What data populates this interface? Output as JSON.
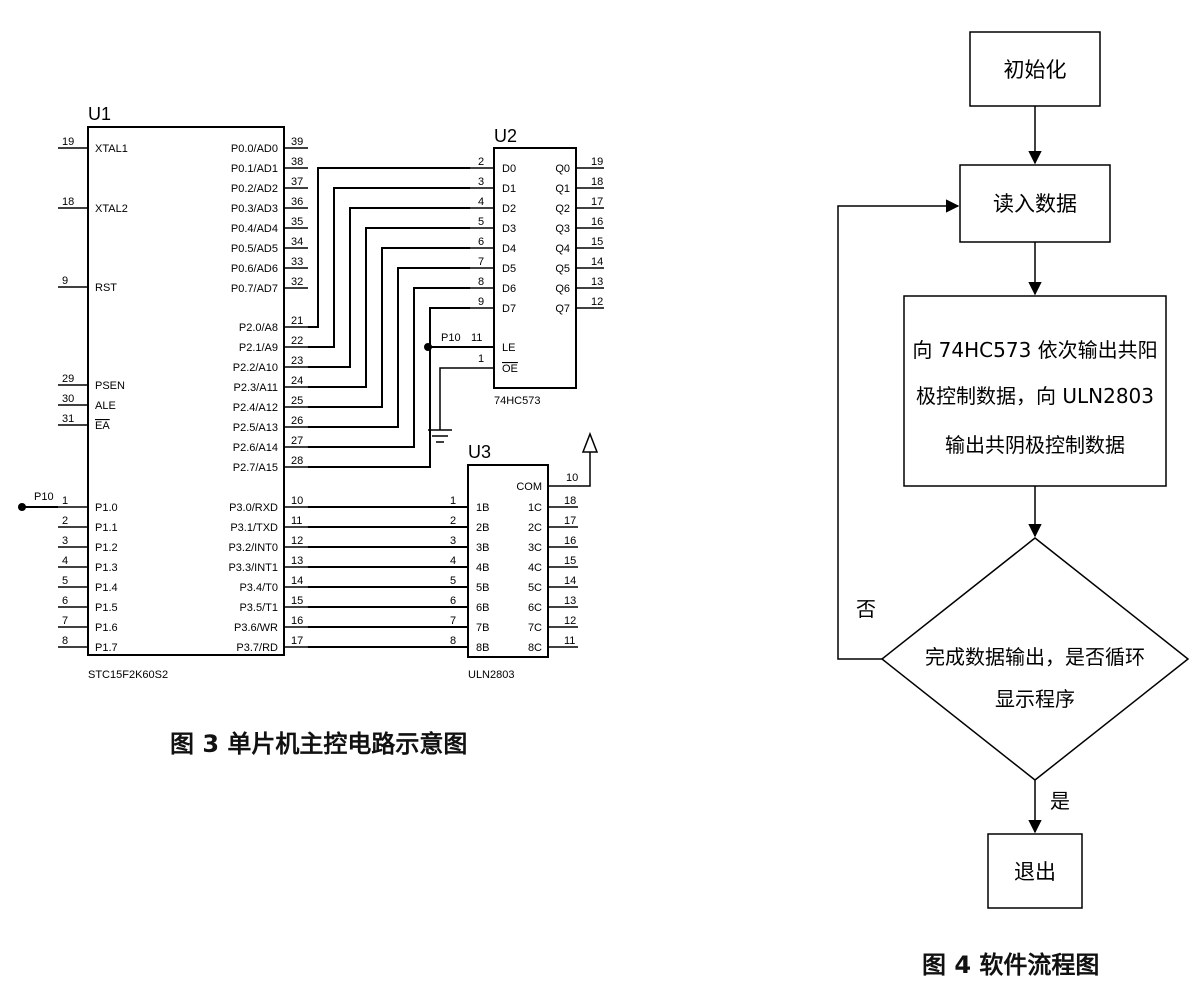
{
  "figure3": {
    "caption": "图 3 单片机主控电路示意图",
    "u1": {
      "ref": "U1",
      "part": "STC15F2K60S2",
      "left_pins": [
        {
          "num": "19",
          "name": "XTAL1"
        },
        {
          "num": "18",
          "name": "XTAL2"
        },
        {
          "num": "9",
          "name": "RST"
        },
        {
          "num": "29",
          "name": "PSEN"
        },
        {
          "num": "30",
          "name": "ALE"
        },
        {
          "num": "31",
          "name": "EA"
        },
        {
          "num": "1",
          "name": "P1.0"
        },
        {
          "num": "2",
          "name": "P1.1"
        },
        {
          "num": "3",
          "name": "P1.2"
        },
        {
          "num": "4",
          "name": "P1.3"
        },
        {
          "num": "5",
          "name": "P1.4"
        },
        {
          "num": "6",
          "name": "P1.5"
        },
        {
          "num": "7",
          "name": "P1.6"
        },
        {
          "num": "8",
          "name": "P1.7"
        }
      ],
      "right_pins": [
        {
          "num": "39",
          "name": "P0.0/AD0"
        },
        {
          "num": "38",
          "name": "P0.1/AD1"
        },
        {
          "num": "37",
          "name": "P0.2/AD2"
        },
        {
          "num": "36",
          "name": "P0.3/AD3"
        },
        {
          "num": "35",
          "name": "P0.4/AD4"
        },
        {
          "num": "34",
          "name": "P0.5/AD5"
        },
        {
          "num": "33",
          "name": "P0.6/AD6"
        },
        {
          "num": "32",
          "name": "P0.7/AD7"
        },
        {
          "num": "21",
          "name": "P2.0/A8"
        },
        {
          "num": "22",
          "name": "P2.1/A9"
        },
        {
          "num": "23",
          "name": "P2.2/A10"
        },
        {
          "num": "24",
          "name": "P2.3/A11"
        },
        {
          "num": "25",
          "name": "P2.4/A12"
        },
        {
          "num": "26",
          "name": "P2.5/A13"
        },
        {
          "num": "27",
          "name": "P2.6/A14"
        },
        {
          "num": "28",
          "name": "P2.7/A15"
        },
        {
          "num": "10",
          "name": "P3.0/RXD"
        },
        {
          "num": "11",
          "name": "P3.1/TXD"
        },
        {
          "num": "12",
          "name": "P3.2/INT0"
        },
        {
          "num": "13",
          "name": "P3.3/INT1"
        },
        {
          "num": "14",
          "name": "P3.4/T0"
        },
        {
          "num": "15",
          "name": "P3.5/T1"
        },
        {
          "num": "16",
          "name": "P3.6/WR"
        },
        {
          "num": "17",
          "name": "P3.7/RD"
        }
      ],
      "net_p10": "P10"
    },
    "u2": {
      "ref": "U2",
      "part": "74HC573",
      "d_pins": [
        {
          "num": "2",
          "name": "D0"
        },
        {
          "num": "3",
          "name": "D1"
        },
        {
          "num": "4",
          "name": "D2"
        },
        {
          "num": "5",
          "name": "D3"
        },
        {
          "num": "6",
          "name": "D4"
        },
        {
          "num": "7",
          "name": "D5"
        },
        {
          "num": "8",
          "name": "D6"
        },
        {
          "num": "9",
          "name": "D7"
        }
      ],
      "q_pins": [
        {
          "num": "19",
          "name": "Q0"
        },
        {
          "num": "18",
          "name": "Q1"
        },
        {
          "num": "17",
          "name": "Q2"
        },
        {
          "num": "16",
          "name": "Q3"
        },
        {
          "num": "15",
          "name": "Q4"
        },
        {
          "num": "14",
          "name": "Q5"
        },
        {
          "num": "13",
          "name": "Q6"
        },
        {
          "num": "12",
          "name": "Q7"
        }
      ],
      "le_pin": {
        "num": "11",
        "name": "LE"
      },
      "oe_pin": {
        "num": "1",
        "name": "OE"
      },
      "net_p10": "P10"
    },
    "u3": {
      "ref": "U3",
      "part": "ULN2803",
      "b_pins": [
        {
          "num": "1",
          "name": "1B"
        },
        {
          "num": "2",
          "name": "2B"
        },
        {
          "num": "3",
          "name": "3B"
        },
        {
          "num": "4",
          "name": "4B"
        },
        {
          "num": "5",
          "name": "5B"
        },
        {
          "num": "6",
          "name": "6B"
        },
        {
          "num": "7",
          "name": "7B"
        },
        {
          "num": "8",
          "name": "8B"
        }
      ],
      "com_pin": {
        "num": "10",
        "name": "COM"
      },
      "c_pins": [
        {
          "num": "18",
          "name": "1C"
        },
        {
          "num": "17",
          "name": "2C"
        },
        {
          "num": "16",
          "name": "3C"
        },
        {
          "num": "15",
          "name": "4C"
        },
        {
          "num": "14",
          "name": "5C"
        },
        {
          "num": "13",
          "name": "6C"
        },
        {
          "num": "12",
          "name": "7C"
        },
        {
          "num": "11",
          "name": "8C"
        }
      ]
    }
  },
  "figure4": {
    "caption": "图 4 软件流程图",
    "steps": {
      "init": "初始化",
      "read": "读入数据",
      "output": [
        "向 74HC573 依次输出共阳",
        "极控制数据，向 ULN2803",
        "输出共阴极控制数据"
      ],
      "decision": [
        "完成数据输出，是否循环",
        "显示程序"
      ],
      "exit": "退出"
    },
    "labels": {
      "no": "否",
      "yes": "是"
    }
  }
}
